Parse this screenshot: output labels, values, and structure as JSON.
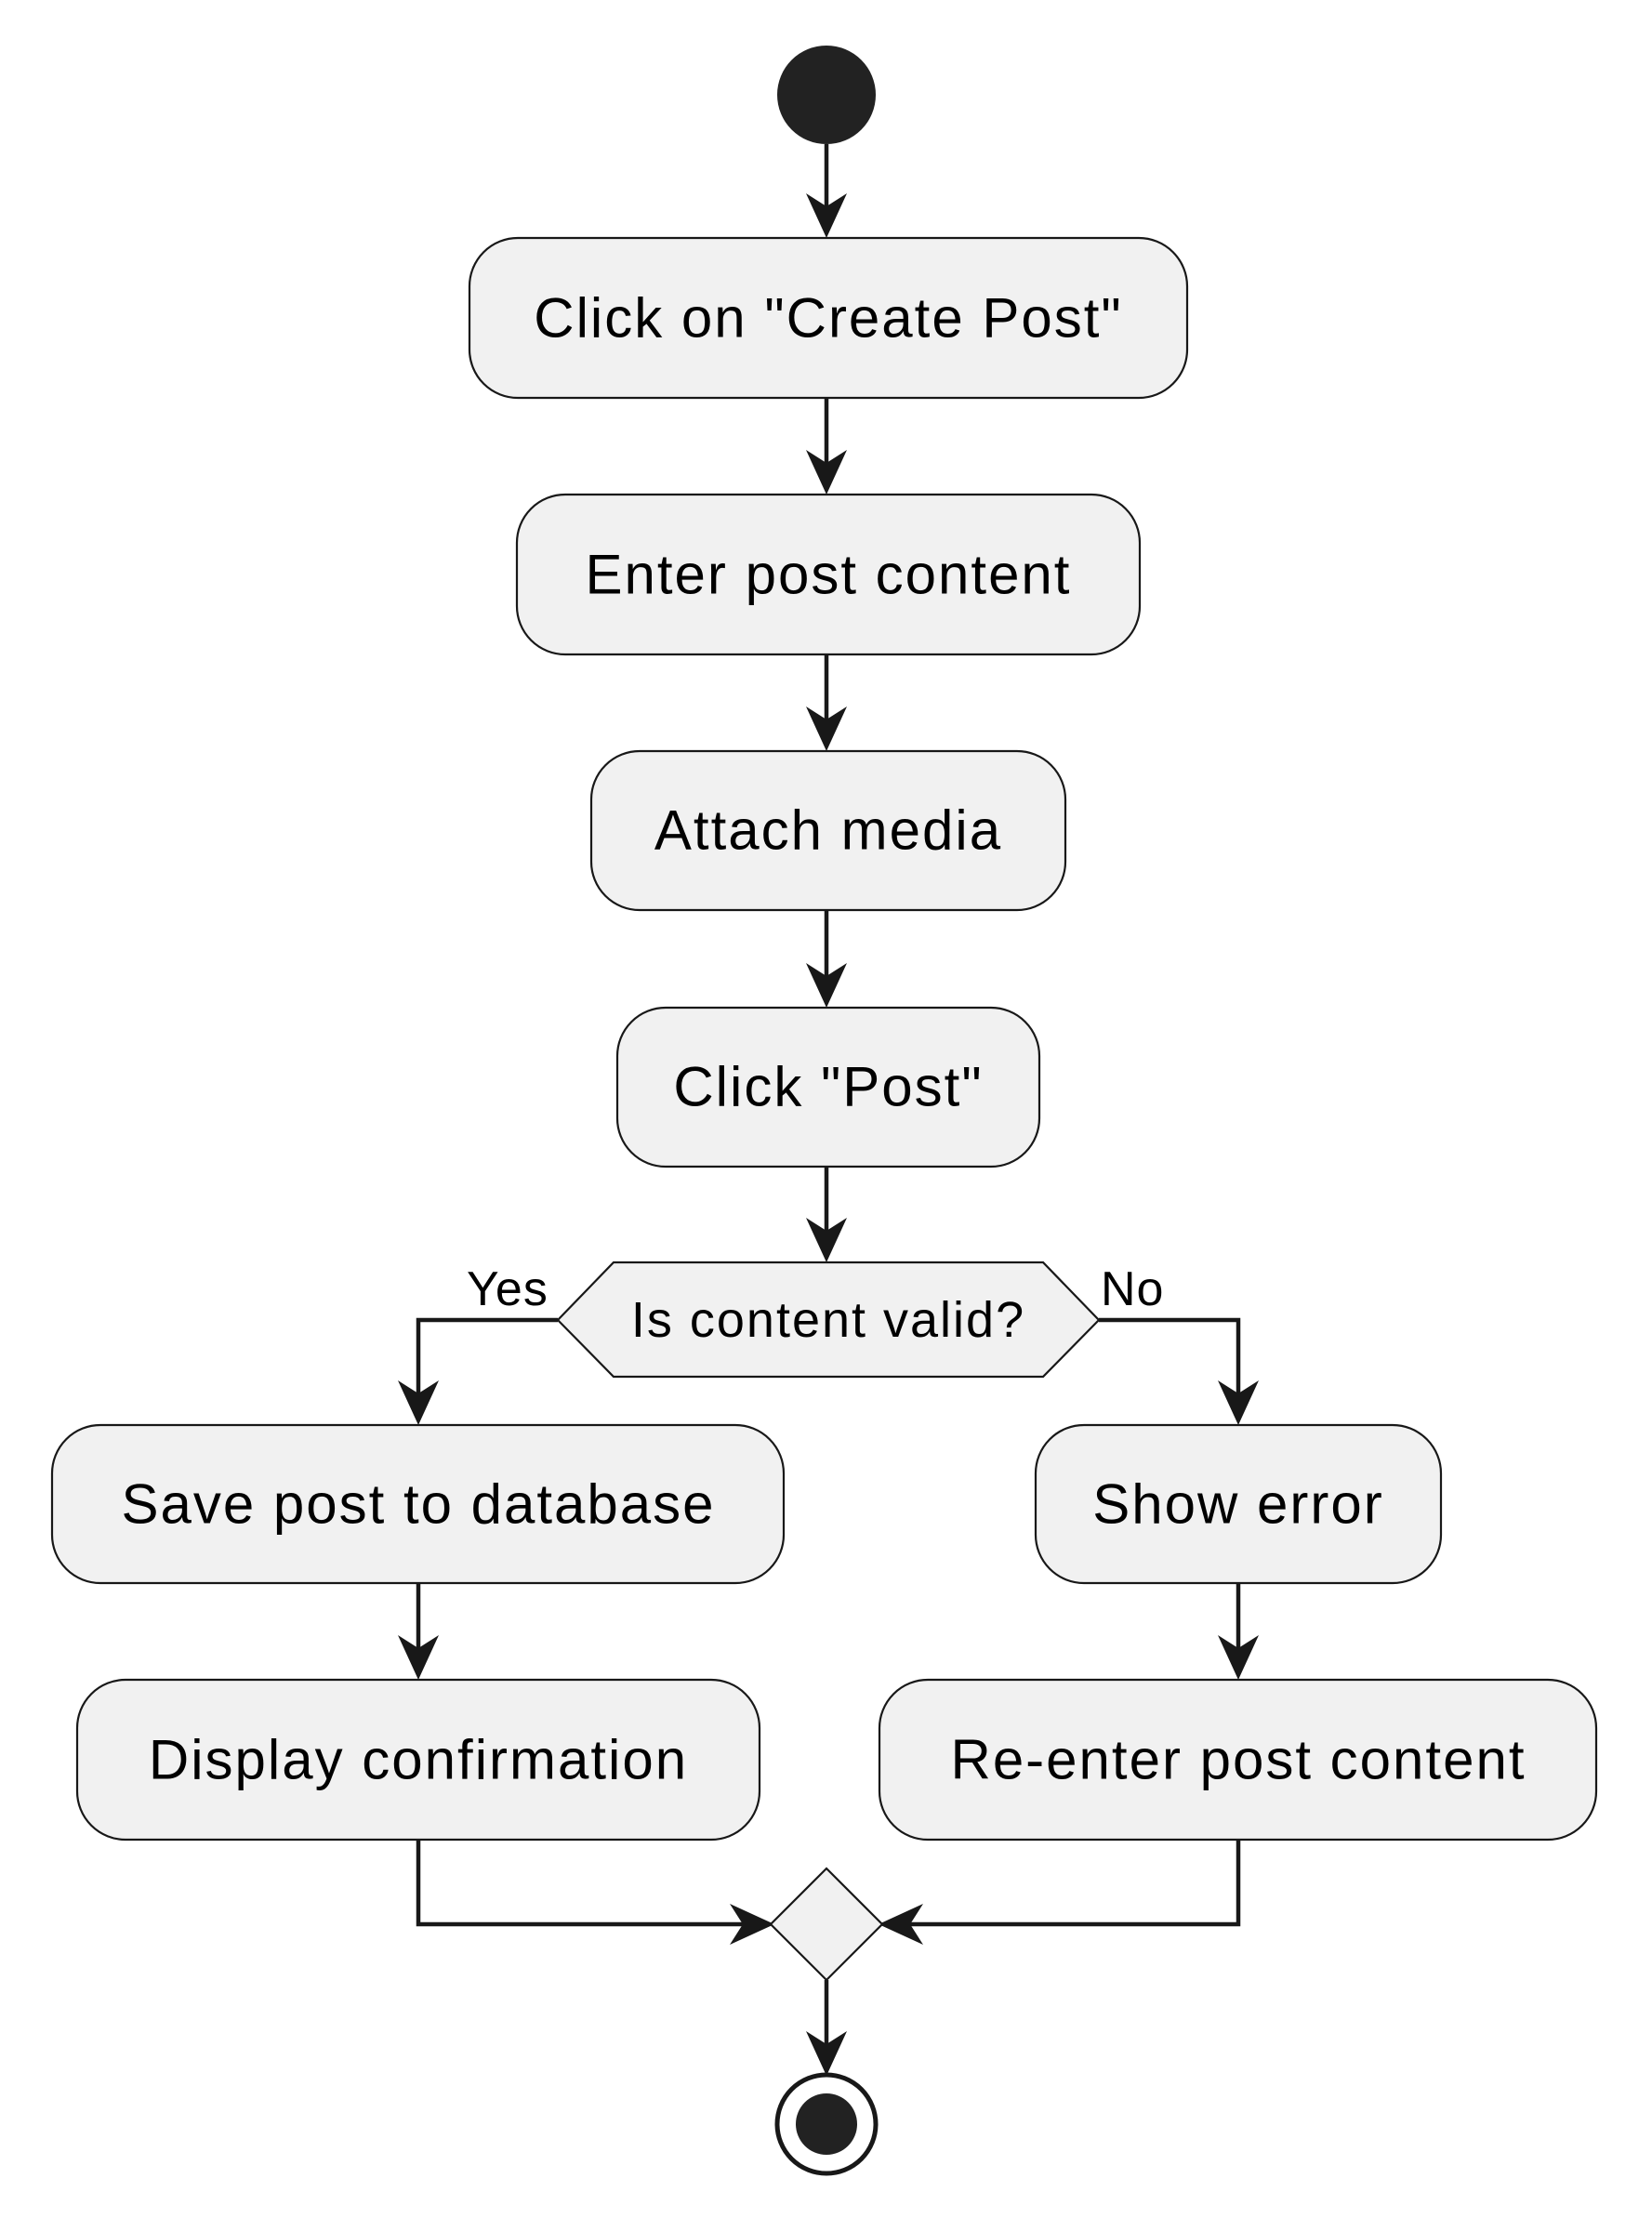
{
  "diagram": {
    "activities": {
      "create_post": "Click on \"Create Post\"",
      "enter_content": "Enter post content",
      "attach_media": "Attach media",
      "click_post": "Click \"Post\"",
      "save_post": "Save post to database",
      "display_confirmation": "Display confirmation",
      "show_error": "Show error",
      "reenter_content": "Re-enter post content"
    },
    "decision": {
      "question": "Is content valid?",
      "yes_label": "Yes",
      "no_label": "No"
    },
    "colors": {
      "node_fill": "#f1f1f1",
      "stroke": "#181818",
      "start_fill": "#222222"
    }
  }
}
